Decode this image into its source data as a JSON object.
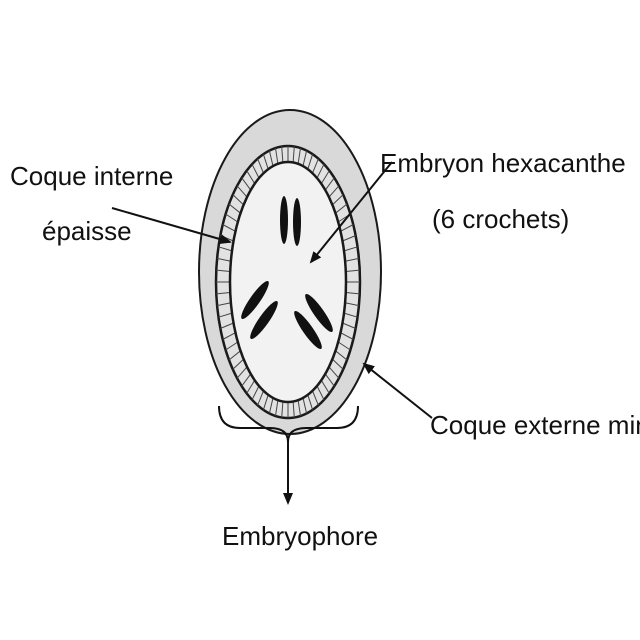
{
  "labels": {
    "inner_shell_line1": "Coque interne",
    "inner_shell_line2": "épaisse",
    "embryo_line1": "Embryon hexacanthe",
    "embryo_line2": "(6 crochets)",
    "outer_shell": "Coque externe mince",
    "embryophore": "Embryophore"
  },
  "colors": {
    "outer_shell_fill": "#d9d9d9",
    "embryophore_band_fill": "#e2e2e2",
    "embryo_fill": "#f2f2f2",
    "stroke": "#1a1a1a",
    "hooks": "#111111"
  },
  "structure": {
    "hook_count": 6
  }
}
